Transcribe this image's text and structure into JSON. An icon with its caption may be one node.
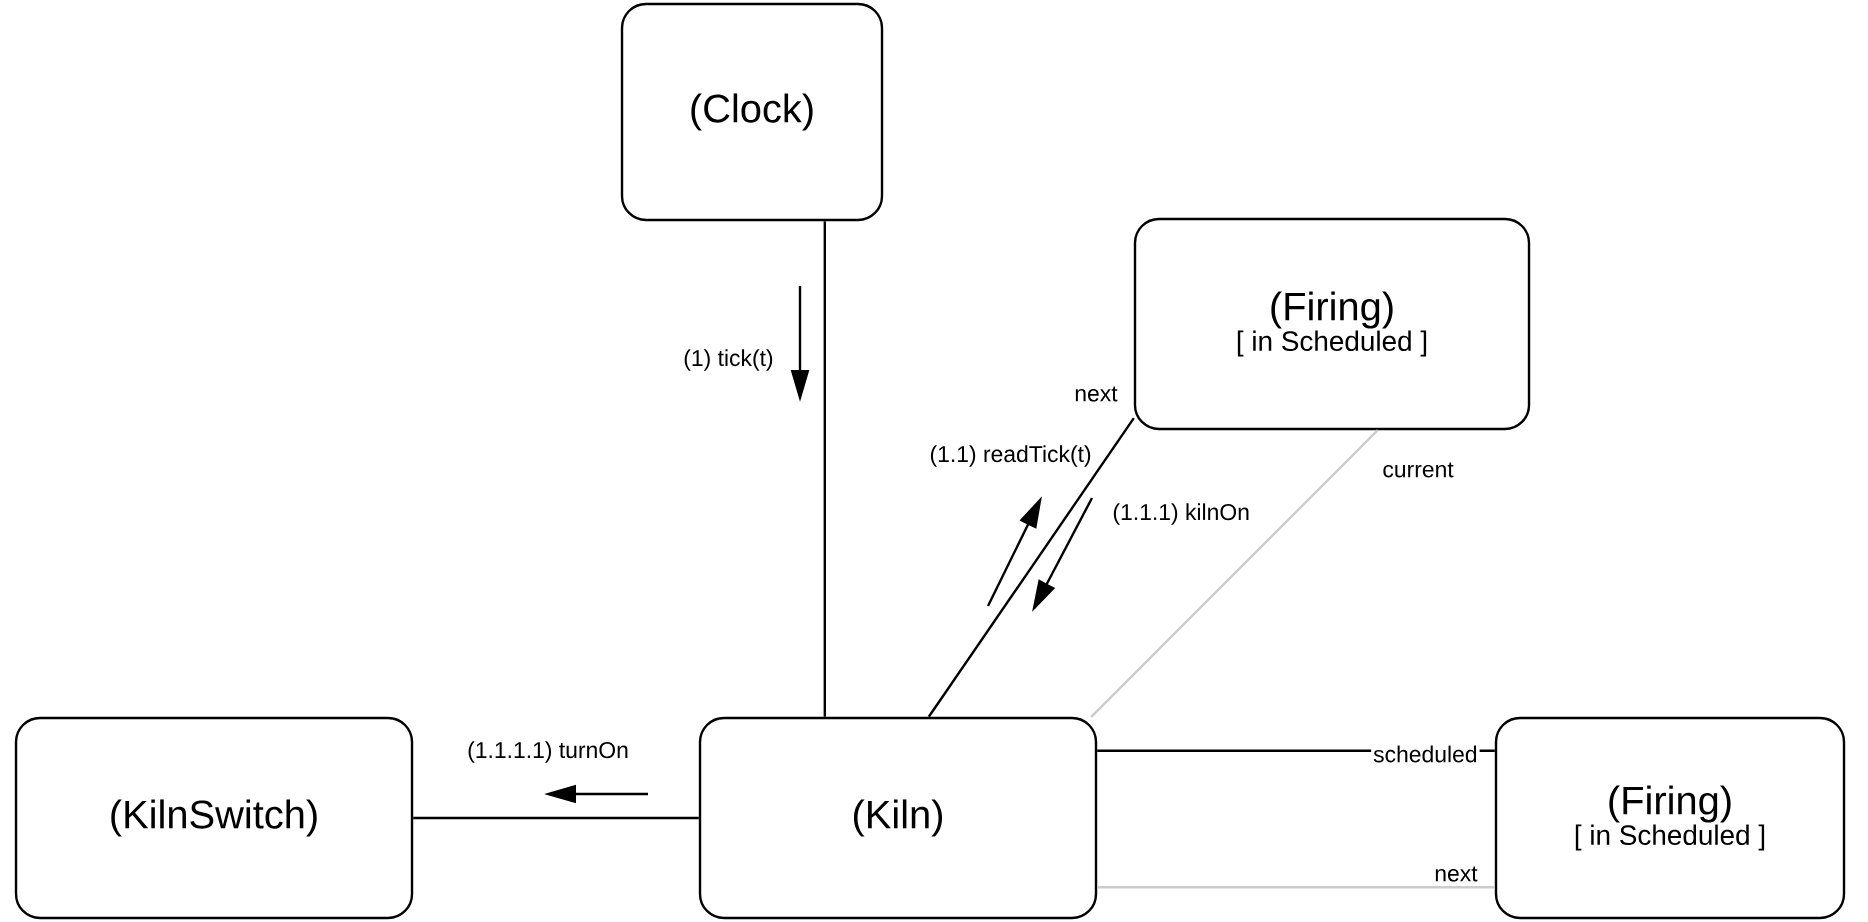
{
  "diagram": {
    "nodes": [
      {
        "text": [
          "(Clock)"
        ]
      },
      {
        "text": [
          "(Firing)",
          "[ in Scheduled ]"
        ]
      },
      {
        "text": [
          "(KilnSwitch)"
        ]
      },
      {
        "text": [
          "(Kiln)"
        ]
      },
      {
        "text": [
          "(Firing)",
          "[ in Scheduled ]"
        ]
      }
    ],
    "edges": [
      {
        "from": 0,
        "to": 3,
        "arrow": "none"
      },
      {
        "from": 3,
        "to": 1,
        "arrow": "none",
        "label": "next"
      },
      {
        "from": 3,
        "to": 1,
        "arrow": "none",
        "label": "current",
        "color": "#cccccc"
      },
      {
        "from": 2,
        "to": 3,
        "arrow": "none"
      },
      {
        "from": 3,
        "to": 4,
        "arrow": "none",
        "label": "scheduled"
      },
      {
        "from": 3,
        "to": 4,
        "arrow": "none",
        "label": "next",
        "color": "#cccccc"
      }
    ],
    "labels": [
      "(1) tick(t)",
      "(1.1) readTick(t)",
      "(1.1.1) kilnOn",
      "(1.1.1.1) turnOn"
    ]
  }
}
